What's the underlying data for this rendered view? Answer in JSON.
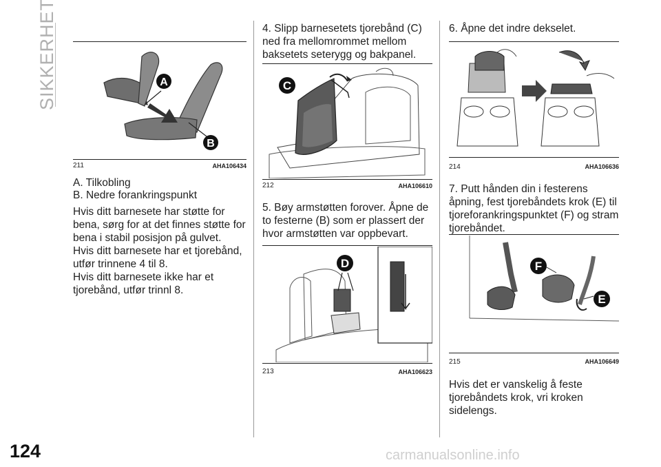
{
  "section_title": "SIKKERHET",
  "page_number": "124",
  "watermark": "carmanualsonline.info",
  "figures": {
    "fig211": {
      "number": "211",
      "code": "AHA106434",
      "labels": [
        "A",
        "B"
      ]
    },
    "fig212": {
      "number": "212",
      "code": "AHA106610",
      "labels": [
        "C"
      ]
    },
    "fig213": {
      "number": "213",
      "code": "AHA106623",
      "labels": [
        "D"
      ]
    },
    "fig214": {
      "number": "214",
      "code": "AHA106636"
    },
    "fig215": {
      "number": "215",
      "code": "AHA106649",
      "labels": [
        "F",
        "E"
      ]
    }
  },
  "col1": {
    "legend_a": "A. Tilkobling",
    "legend_b": "B. Nedre forankringspunkt",
    "p1": "Hvis ditt barnesete har støtte for bena, sørg for at det finnes støtte for bena i stabil posisjon på gulvet.",
    "p2": "Hvis ditt barnesete har et tjorebånd, utfør trinnene 4 til 8.",
    "p3": "Hvis ditt barnesete ikke har et tjorebånd, utfør trinnl 8."
  },
  "col2": {
    "step4": "4. Slipp barnesetets tjorebånd (C) ned fra mellomrommet mellom baksetets seterygg og bakpanel.",
    "step5": "5. Bøy armstøtten forover. Åpne de to festerne (B) som er plassert der hvor armstøtten var oppbevart."
  },
  "col3": {
    "step6": "6. Åpne det indre dekselet.",
    "step7": "7. Putt hånden din i festerens åpning, fest tjorebåndets krok (E) til tjoreforankringspunktet (F) og stram tjorebåndet.",
    "note": "Hvis det er vanskelig å feste tjorebåndets krok, vri kroken sidelengs."
  }
}
